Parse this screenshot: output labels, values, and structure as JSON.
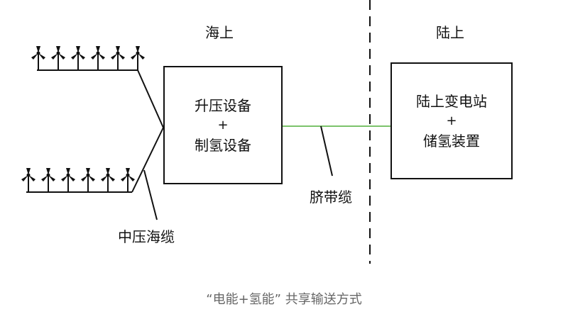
{
  "zones": {
    "offshore": "海上",
    "onshore": "陆上"
  },
  "offshore_box": {
    "line1": "升压设备",
    "plus": "+",
    "line2": "制氢设备"
  },
  "onshore_box": {
    "line1": "陆上变电站",
    "plus": "+",
    "line2": "储氢装置"
  },
  "cables": {
    "umbilical": "脐带缆",
    "medium_voltage": "中压海缆"
  },
  "caption": "“电能+氢能” 共享输送方式",
  "colors": {
    "line": "#111111",
    "umbilical_cable": "#7cc36b",
    "caption": "#666666"
  },
  "turbine_rows": [
    {
      "count": 6
    },
    {
      "count": 6
    }
  ]
}
